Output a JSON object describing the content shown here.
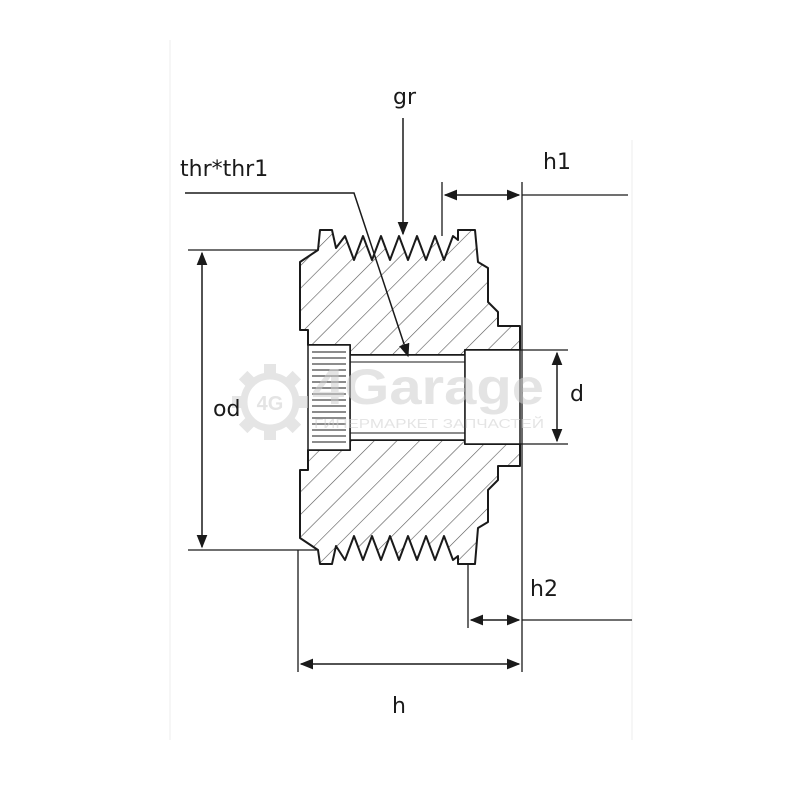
{
  "labels": {
    "gr": "gr",
    "thread": "thr*thr1",
    "h1": "h1",
    "od": "od",
    "d": "d",
    "h2": "h2",
    "h": "h"
  },
  "watermark": {
    "brand": "4Garage",
    "tagline": "ГИПЕРМАРКЕТ ЗАПЧАСТЕЙ",
    "badge": "4G",
    "icon": "gear-icon"
  },
  "colors": {
    "line": "#1a1a1a",
    "hatch": "#555555",
    "watermark": "#d4d4d4"
  }
}
